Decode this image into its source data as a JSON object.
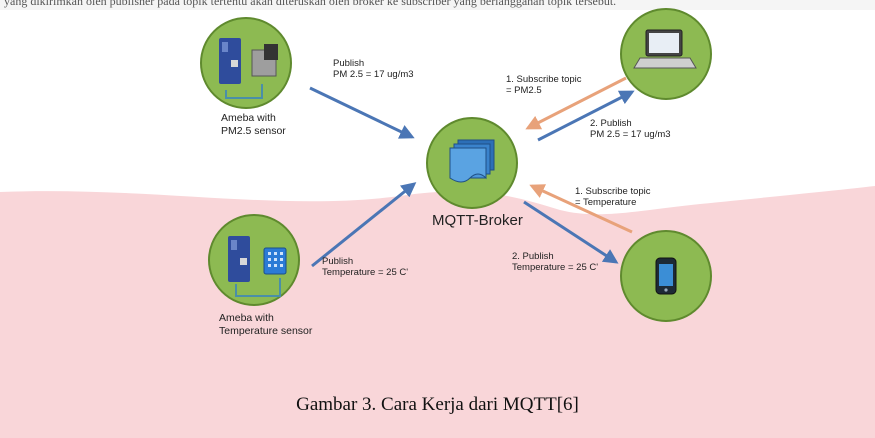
{
  "top_text": "yang dikirimkan oleh publisher pada topik tertentu akan diteruskan oleh broker ke subscriber yang berlangganan topik tersebut.",
  "publisher_pm25": {
    "line1": "Ameba with",
    "line2": "PM2.5 sensor"
  },
  "publisher_temp": {
    "line1": "Ameba with",
    "line2": "Temperature sensor"
  },
  "broker": {
    "label": "MQTT-Broker"
  },
  "arrows": {
    "pub_pm25": {
      "line1": "Publish",
      "line2": "PM 2.5 = 17 ug/m3"
    },
    "pub_temp": {
      "line1": "Publish",
      "line2": "Temperature = 25 C'"
    },
    "sub_pm25": {
      "line1": "1. Subscribe topic",
      "line2": "= PM2.5"
    },
    "fwd_pm25": {
      "line1": "2. Publish",
      "line2": "PM 2.5 = 17 ug/m3"
    },
    "sub_temp": {
      "line1": "1. Subscribe topic",
      "line2": "= Temperature"
    },
    "fwd_temp": {
      "line1": "2. Publish",
      "line2": "Temperature = 25 C'"
    }
  },
  "icons": {
    "pm25_node": "ameba-board-with-pm25-sensor-icon",
    "temp_node": "ameba-board-with-temperature-sensor-icon",
    "broker_node": "message-stack-icon",
    "laptop_node": "laptop-icon",
    "phone_node": "smartphone-icon"
  },
  "colors": {
    "node_fill": "#8dba52",
    "node_stroke": "#5f8a2e",
    "publish_arrow": "#4b76b5",
    "subscribe_arrow": "#e8a27a",
    "background_wave": "#f9d6d9"
  },
  "caption": "Gambar 3. Cara Kerja dari MQTT[6]"
}
